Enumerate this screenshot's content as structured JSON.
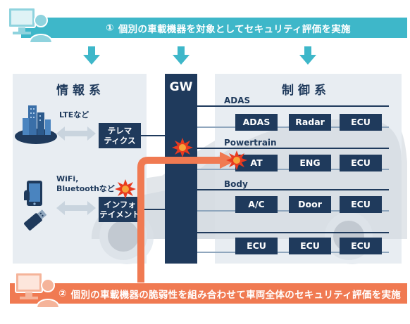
{
  "banners": {
    "top": {
      "number": "①",
      "text": "個別の車載機器を対象としてセキュリティ評価を実施"
    },
    "bottom": {
      "number": "②",
      "text": "個別の車載機器の脆弱性を組み合わせて車両全体のセキュリティ評価を実施"
    }
  },
  "info_system": {
    "title": "情報系",
    "lte_label": "LTEなど",
    "wifi_label": [
      "WiFi,",
      "Bluetoothなど"
    ],
    "telematics_label": [
      "テレマ",
      "ティクス"
    ],
    "infotainment_label": [
      "インフォ",
      "テイメント"
    ]
  },
  "gateway": {
    "label": "GW"
  },
  "control_system": {
    "title": "制御系",
    "buses": [
      {
        "label": "ADAS",
        "nodes": [
          "ADAS",
          "Radar",
          "ECU"
        ]
      },
      {
        "label": "Powertrain",
        "nodes": [
          "AT",
          "ENG",
          "ECU"
        ]
      },
      {
        "label": "Body",
        "nodes": [
          "A/C",
          "Door",
          "ECU"
        ]
      },
      {
        "label": "",
        "nodes": [
          "ECU",
          "ECU",
          "ECU"
        ]
      }
    ]
  },
  "colors": {
    "navy": "#1f3a5c",
    "teal": "#3eb7c9",
    "orange": "#f07a52",
    "panel": "#e8edf2",
    "car": "#cbd1d8",
    "arrow_gray": "#c9d4de",
    "burst": "#e83a1f"
  },
  "icons": [
    "computer-user-icon",
    "cityscape-icon",
    "smartphone-icon",
    "usb-drive-icon",
    "exchange-arrow-icon",
    "attack-burst-icon",
    "down-arrow-icon"
  ]
}
